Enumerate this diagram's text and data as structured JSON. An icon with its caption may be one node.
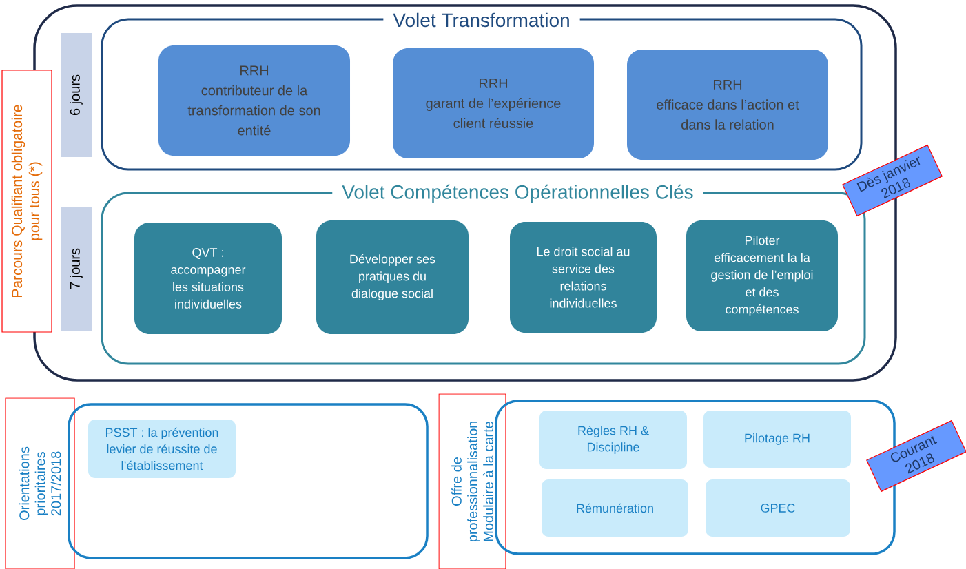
{
  "diagram": {
    "nodes": [
      {
        "text": [],
        "shape": "box"
      },
      {
        "text": [
          "Parcours Qualifiant obligatoire pour tous (*)"
        ]
      },
      {
        "text": [
          "6 jours"
        ],
        "in": 0
      },
      {
        "text": [
          "Volet Transformation"
        ],
        "in": 0
      },
      {
        "text": [
          "RRH",
          "contributeur de la transformation de son entité"
        ],
        "in": 3
      },
      {
        "text": [
          "RRH",
          "garant de l’expérience client réussie"
        ],
        "in": 3
      },
      {
        "text": [
          "RRH",
          "efficace dans l’action et dans la relation"
        ],
        "in": 3
      },
      {
        "text": [
          "7 jours"
        ],
        "in": 0
      },
      {
        "text": [
          "Volet Compétences Opérationnelles Clés"
        ],
        "in": 0
      },
      {
        "text": [
          "QVT : accompagner les situations individuelles"
        ],
        "in": 8
      },
      {
        "text": [
          "Développer ses pratiques du dialogue social"
        ],
        "in": 8
      },
      {
        "text": [
          "Le droit social au service des relations individuelles"
        ],
        "in": 8
      },
      {
        "text": [
          "Piloter efficacement la la gestion de l’emploi et des compétences"
        ],
        "in": 8
      },
      {
        "text": [
          "Dès janvier 2018"
        ]
      },
      {
        "text": [
          "Orientations prioritaires 2017/2018"
        ]
      },
      {
        "text": [],
        "shape": "box"
      },
      {
        "text": [
          "PSST : la prévention levier de réussite de l’établissement"
        ],
        "in": 15
      },
      {
        "text": [
          "Offre de professionnalisation Modulaire à la carte"
        ]
      },
      {
        "text": [],
        "shape": "box"
      },
      {
        "text": [
          "Règles RH & Discipline"
        ],
        "in": 18
      },
      {
        "text": [
          "Pilotage RH"
        ],
        "in": 18
      },
      {
        "text": [
          "Rémunération"
        ],
        "in": 18
      },
      {
        "text": [
          "GPEC"
        ],
        "in": 18
      },
      {
        "text": [
          "Courant 2018"
        ]
      }
    ]
  }
}
